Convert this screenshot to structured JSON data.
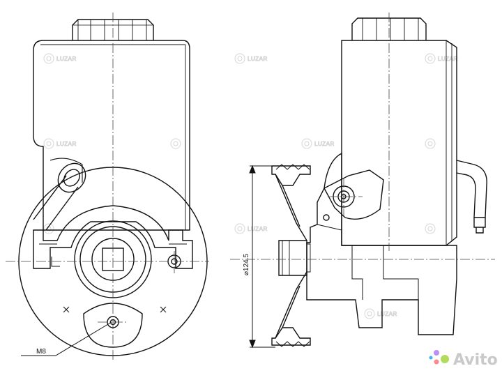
{
  "watermark": {
    "text": "LUZAR",
    "color": "#d6d6d6"
  },
  "diagram": {
    "labels": {
      "diameter": "⌀124.5",
      "thread": "M8"
    },
    "line_color": "#111111",
    "centerline_color": "#444444"
  },
  "branding": {
    "site_name": "Avito",
    "logo_colors": [
      "#97cf26",
      "#a169f7",
      "#ff6163",
      "#0099f7"
    ]
  }
}
